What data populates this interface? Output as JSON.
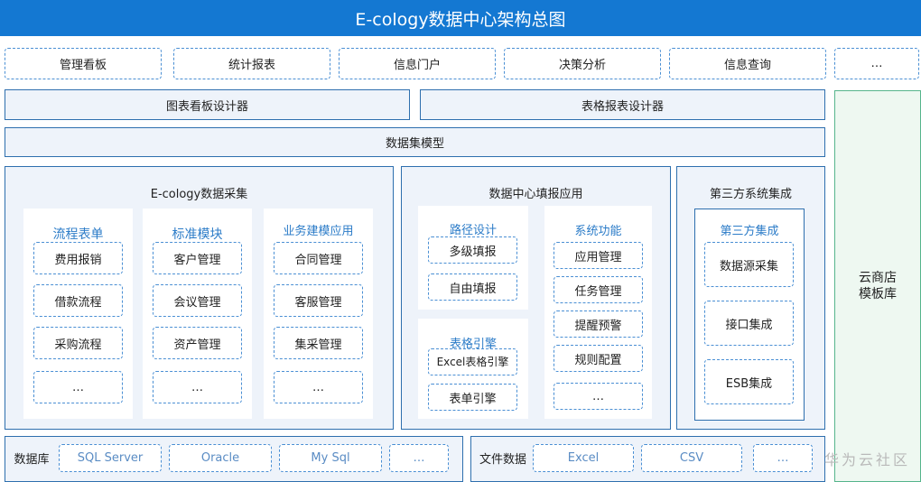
{
  "title": "E-cology数据中心架构总图",
  "top_row": [
    "管理看板",
    "统计报表",
    "信息门户",
    "决策分析",
    "信息查询",
    "…"
  ],
  "designers": [
    "图表看板设计器",
    "表格报表设计器"
  ],
  "dataset_model": "数据集模型",
  "collection": {
    "title": "E-cology数据采集",
    "columns": [
      {
        "title": "流程表单",
        "items": [
          "费用报销",
          "借款流程",
          "采购流程",
          "…"
        ]
      },
      {
        "title": "标准模块",
        "items": [
          "客户管理",
          "会议管理",
          "资产管理",
          "…"
        ]
      },
      {
        "title": "业务建模应用",
        "items": [
          "合同管理",
          "客服管理",
          "集采管理",
          "…"
        ]
      }
    ]
  },
  "fill_app": {
    "title": "数据中心填报应用",
    "path": {
      "title": "路径设计",
      "items": [
        "多级填报",
        "自由填报"
      ]
    },
    "engine": {
      "title": "表格引擎",
      "items": [
        "Excel表格引擎",
        "表单引擎"
      ]
    },
    "system": {
      "title": "系统功能",
      "items": [
        "应用管理",
        "任务管理",
        "提醒预警",
        "规则配置",
        "…"
      ]
    }
  },
  "third_party": {
    "title": "第三方系统集成",
    "inner_title": "第三方集成",
    "items": [
      "数据源采集",
      "接口集成",
      "ESB集成"
    ]
  },
  "cloud_store": {
    "line1": "云商店",
    "line2": "模板库"
  },
  "database": {
    "label": "数据库",
    "items": [
      "SQL Server",
      "Oracle",
      "My Sql",
      "…"
    ]
  },
  "file_data": {
    "label": "文件数据",
    "items": [
      "Excel",
      "CSV",
      "…"
    ]
  },
  "watermark": "华为云社区"
}
